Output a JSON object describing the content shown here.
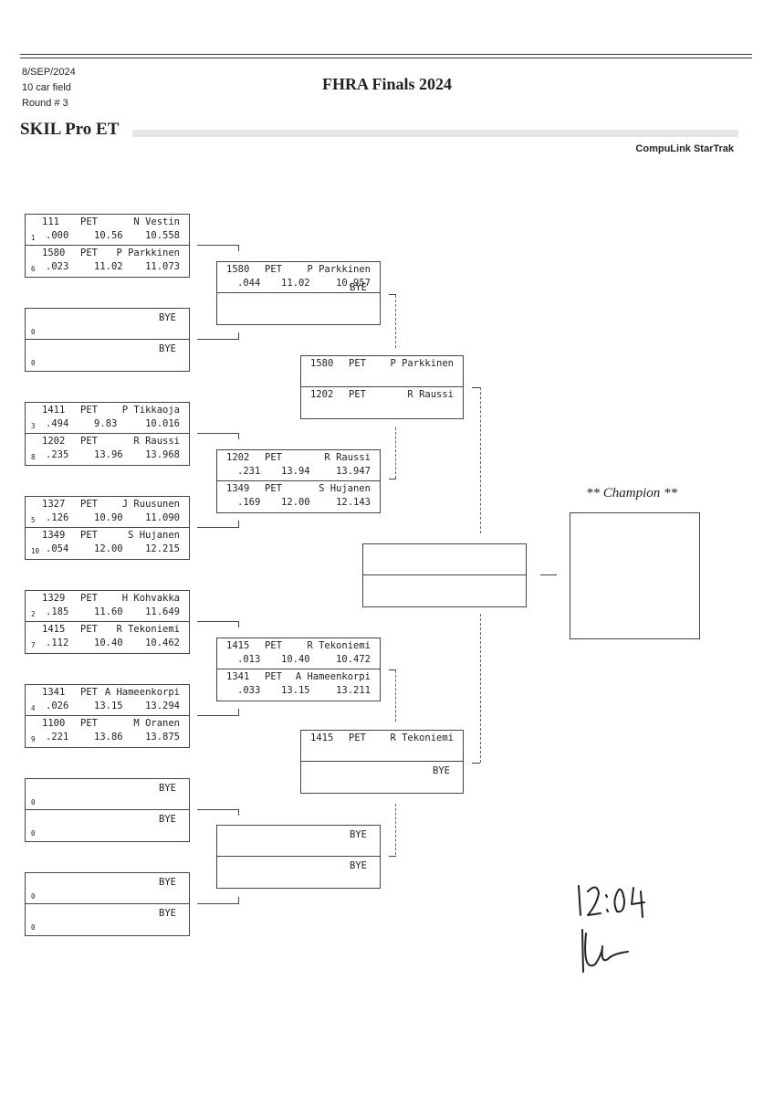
{
  "header": {
    "date": "8/SEP/2024",
    "field": "10 car field",
    "round": "Round # 3",
    "title": "FHRA Finals 2024",
    "class_name": "SKIL Pro ET",
    "system": "CompuLink StarTrak"
  },
  "round1": [
    {
      "top": {
        "car": "111",
        "cls": "PET",
        "name": "N Vestin",
        "seed": "1",
        "rt": ".000",
        "dial": "10.56",
        "et": "10.558"
      },
      "bot": {
        "car": "1580",
        "cls": "PET",
        "name": "P Parkkinen",
        "seed": "6",
        "rt": ".023",
        "dial": "11.02",
        "et": "11.073"
      }
    },
    {
      "top": {
        "bye": "BYE",
        "seed": "0"
      },
      "bot": {
        "bye": "BYE",
        "seed": "0"
      }
    },
    {
      "top": {
        "car": "1411",
        "cls": "PET",
        "name": "P Tikkaoja",
        "seed": "3",
        "rt": ".494",
        "dial": "9.83",
        "et": "10.016"
      },
      "bot": {
        "car": "1202",
        "cls": "PET",
        "name": "R Raussi",
        "seed": "8",
        "rt": ".235",
        "dial": "13.96",
        "et": "13.968"
      }
    },
    {
      "top": {
        "car": "1327",
        "cls": "PET",
        "name": "J Ruusunen",
        "seed": "5",
        "rt": ".126",
        "dial": "10.90",
        "et": "11.090"
      },
      "bot": {
        "car": "1349",
        "cls": "PET",
        "name": "S Hujanen",
        "seed": "10",
        "rt": ".054",
        "dial": "12.00",
        "et": "12.215"
      }
    },
    {
      "top": {
        "car": "1329",
        "cls": "PET",
        "name": "H Kohvakka",
        "seed": "2",
        "rt": ".185",
        "dial": "11.60",
        "et": "11.649"
      },
      "bot": {
        "car": "1415",
        "cls": "PET",
        "name": "R Tekoniemi",
        "seed": "7",
        "rt": ".112",
        "dial": "10.40",
        "et": "10.462"
      }
    },
    {
      "top": {
        "car": "1341",
        "cls": "PET",
        "name": "A Hameenkorpi",
        "seed": "4",
        "rt": ".026",
        "dial": "13.15",
        "et": "13.294"
      },
      "bot": {
        "car": "1100",
        "cls": "PET",
        "name": "M Oranen",
        "seed": "9",
        "rt": ".221",
        "dial": "13.86",
        "et": "13.875"
      }
    },
    {
      "top": {
        "bye": "BYE",
        "seed": "0"
      },
      "bot": {
        "bye": "BYE",
        "seed": "0"
      }
    },
    {
      "top": {
        "bye": "BYE",
        "seed": "0"
      },
      "bot": {
        "bye": "BYE",
        "seed": "0"
      }
    }
  ],
  "round2": [
    {
      "top": {
        "car": "1580",
        "cls": "PET",
        "name": "P Parkkinen",
        "rt": ".044",
        "dial": "11.02",
        "et": "10.957"
      },
      "bot": {
        "bye": "BYE"
      }
    },
    {
      "top": {
        "car": "1202",
        "cls": "PET",
        "name": "R Raussi",
        "rt": ".231",
        "dial": "13.94",
        "et": "13.947"
      },
      "bot": {
        "car": "1349",
        "cls": "PET",
        "name": "S Hujanen",
        "rt": ".169",
        "dial": "12.00",
        "et": "12.143"
      }
    },
    {
      "top": {
        "car": "1415",
        "cls": "PET",
        "name": "R Tekoniemi",
        "rt": ".013",
        "dial": "10.40",
        "et": "10.472"
      },
      "bot": {
        "car": "1341",
        "cls": "PET",
        "name": "A Hameenkorpi",
        "rt": ".033",
        "dial": "13.15",
        "et": "13.211"
      }
    },
    {
      "top": {
        "bye": "BYE"
      },
      "bot": {
        "bye": "BYE"
      }
    }
  ],
  "round3": [
    {
      "top": {
        "car": "1580",
        "cls": "PET",
        "name": "P Parkkinen"
      },
      "bot": {
        "car": "1202",
        "cls": "PET",
        "name": "R Raussi"
      }
    },
    {
      "top": {
        "car": "1415",
        "cls": "PET",
        "name": "R Tekoniemi"
      },
      "bot": {
        "bye": "BYE"
      }
    }
  ],
  "champion": {
    "label": "** Champion **"
  },
  "handwriting": {
    "time": "12:04",
    "initials": "signature"
  }
}
